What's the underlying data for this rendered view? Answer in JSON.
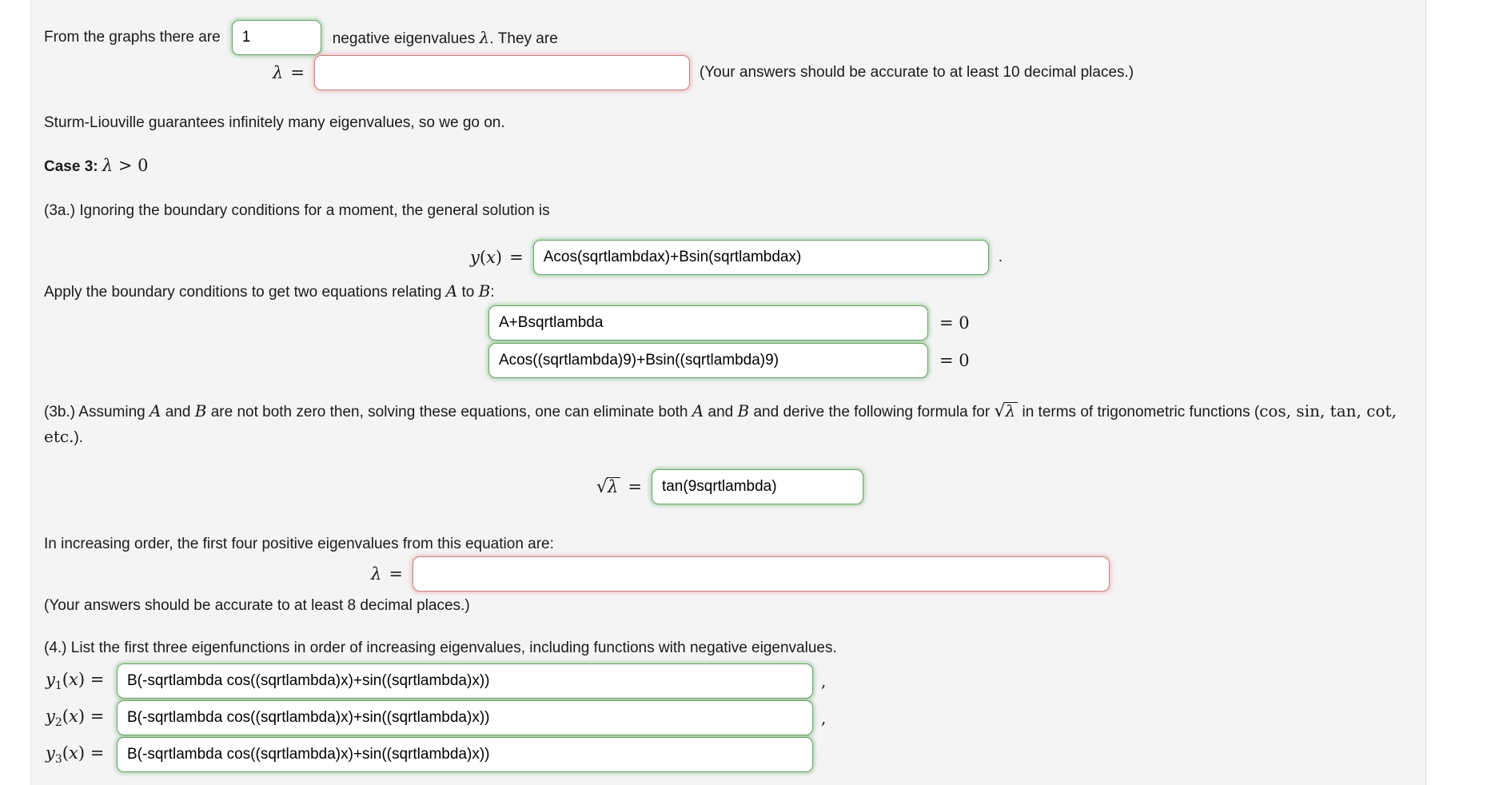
{
  "colors": {
    "correct_border": "#69a169",
    "incorrect_border": "#cb8282",
    "panel_bg": "#f4f4f5"
  },
  "row_negative_count": {
    "text_before": "From the graphs there are",
    "input_value": "1",
    "text_after_1": "negative eigenvalues ",
    "lambda": "λ",
    "text_after_2": ". They are"
  },
  "row_negative_lambda": {
    "label_lambda": "λ",
    "label_eq": "=",
    "input_value": "",
    "note": "(Your answers should be accurate to at least 10 decimal places.)"
  },
  "sturm_text": "Sturm-Liouville guarantees infinitely many eigenvalues, so we go on.",
  "case3": {
    "label": "Case 3:",
    "lambda": "λ",
    "rel": " > 0"
  },
  "p3a": "(3a.) Ignoring the boundary conditions for a moment, the general solution is",
  "row_general_solution": {
    "var": "y",
    "paren_open": "(",
    "x": "x",
    "paren_close": ")",
    "eq": "=",
    "input_value": "Acos(sqrtlambdax)+Bsin(sqrtlambdax)",
    "period": "."
  },
  "apply_line": {
    "t1": "Apply the boundary conditions to get two equations relating ",
    "A": "A",
    "t2": " to ",
    "B": "B",
    "t3": ":"
  },
  "eq1": {
    "input_value": "A+Bsqrtlambda",
    "rhs": "= 0"
  },
  "eq2": {
    "input_value": "Acos((sqrtlambda)9)+Bsin((sqrtlambda)9)",
    "rhs": "= 0"
  },
  "p3b": {
    "t1": "(3b.) Assuming ",
    "A1": "A",
    "t2": " and ",
    "B1": "B",
    "t3": " are not both zero then, solving these equations, one can eliminate both ",
    "A2": "A",
    "t4": " and ",
    "B2": "B",
    "t5": " and derive the following formula for ",
    "rad": "√",
    "sqrt_arg": "λ",
    "t6": " in terms of trigonometric functions (",
    "fns": "cos, sin, tan, cot, etc.",
    "t7": ")."
  },
  "row_sqrt": {
    "rad": "√",
    "sqrt_arg": "λ",
    "eq": "=",
    "input_value": "tan(9sqrtlambda)"
  },
  "increasing_line": "In increasing order, the first four positive eigenvalues from this equation are:",
  "row_positive_lambda": {
    "label_lambda": "λ",
    "label_eq": "=",
    "input_value": ""
  },
  "note8": "(Your answers should be accurate to at least 8 decimal places.)",
  "p4": "(4.) List the first three eigenfunctions in order of increasing eigenvalues, including functions with negative eigenvalues.",
  "eigenfunctions": [
    {
      "var": "y",
      "sub": "1",
      "paren_open": "(",
      "x": "x",
      "paren_close_eq": ") =",
      "input_value": "B(-sqrtlambda cos((sqrtlambda)x)+sin((sqrtlambda)x))",
      "trailing": ","
    },
    {
      "var": "y",
      "sub": "2",
      "paren_open": "(",
      "x": "x",
      "paren_close_eq": ") =",
      "input_value": "B(-sqrtlambda cos((sqrtlambda)x)+sin((sqrtlambda)x))",
      "trailing": ","
    },
    {
      "var": "y",
      "sub": "3",
      "paren_open": "(",
      "x": "x",
      "paren_close_eq": ") =",
      "input_value": "B(-sqrtlambda cos((sqrtlambda)x)+sin((sqrtlambda)x))",
      "trailing": ""
    }
  ]
}
